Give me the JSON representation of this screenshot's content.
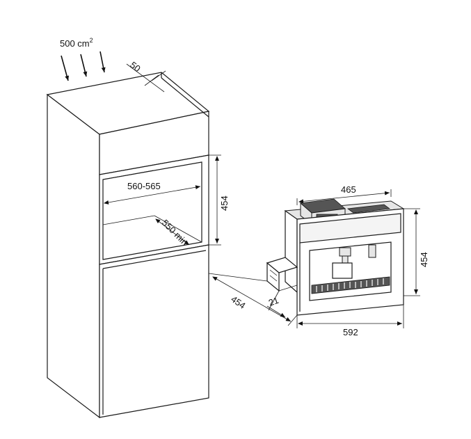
{
  "cabinet": {
    "ventilation_area": "500 cm",
    "ventilation_area_sup": "2",
    "top_clearance": "50",
    "niche_width": "560-565",
    "niche_height": "454",
    "niche_depth": "550 min"
  },
  "machine": {
    "depth_total": "454",
    "front_offset": "21",
    "body_depth": "465",
    "width": "592",
    "height": "454"
  }
}
